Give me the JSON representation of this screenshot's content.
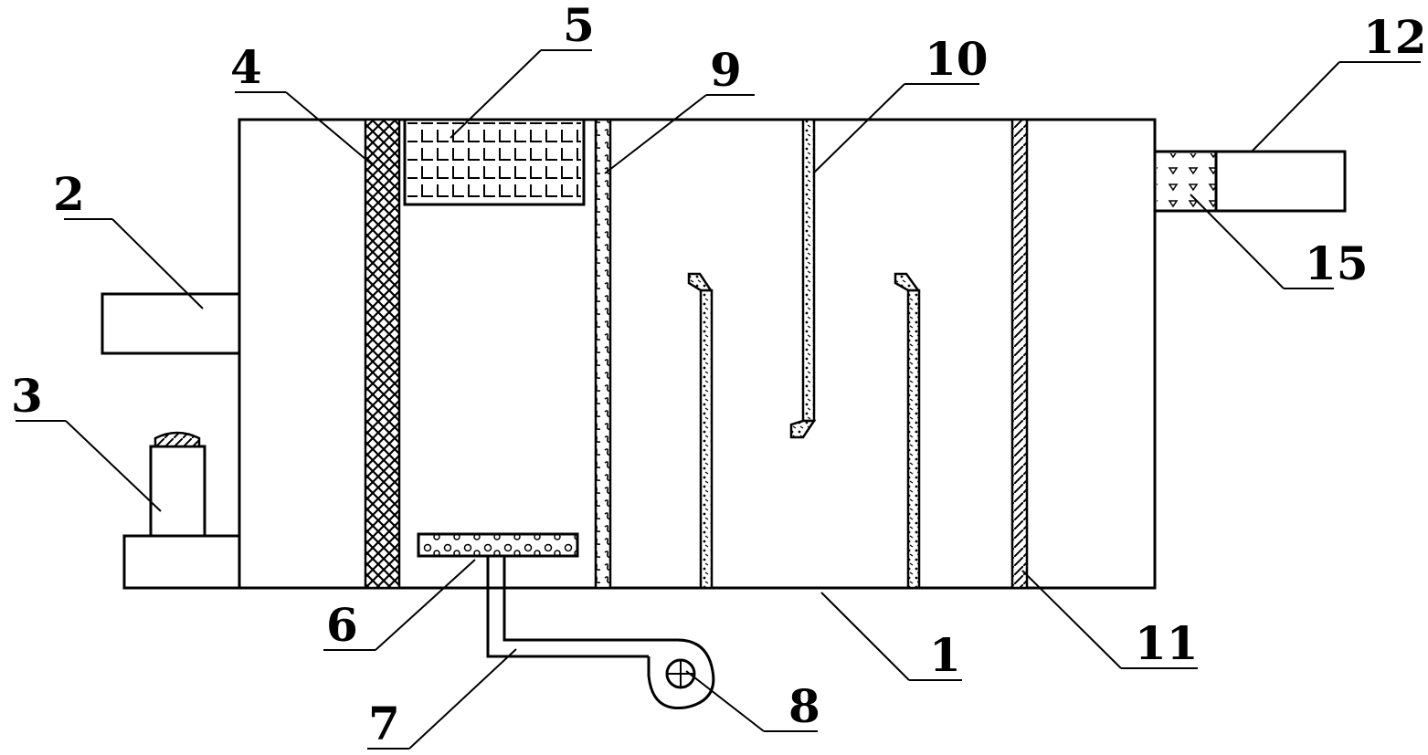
{
  "diagram": {
    "labels": {
      "l1": "1",
      "l2": "2",
      "l3": "3",
      "l4": "4",
      "l5": "5",
      "l6": "6",
      "l7": "7",
      "l8": "8",
      "l9": "9",
      "l10": "10",
      "l11": "11",
      "l12": "12",
      "l15": "15"
    }
  }
}
